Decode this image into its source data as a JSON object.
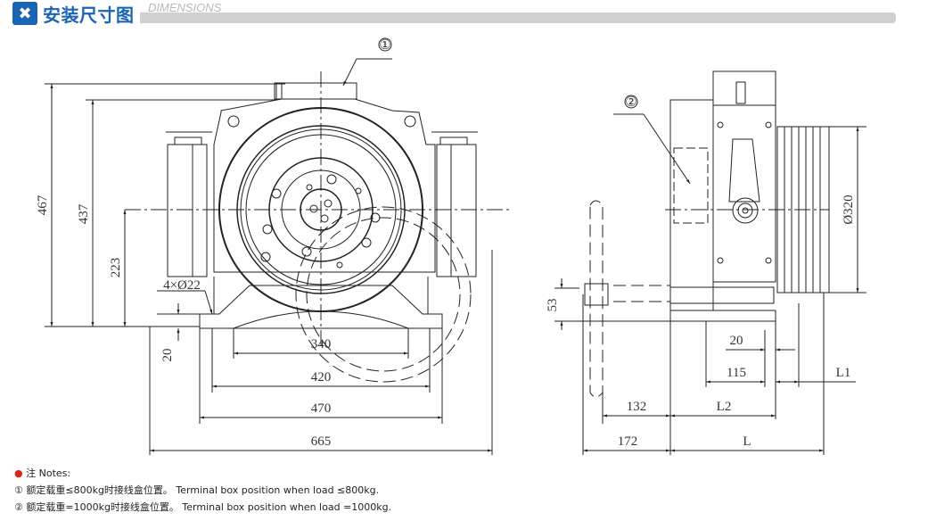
{
  "header": {
    "icon": "wrench-screwdriver-icon",
    "title": "安装尺寸图",
    "subtitle": "DIMENSIONS",
    "accent_color": "#1a64b4",
    "bar_color": "#d0d0d0"
  },
  "front_view": {
    "callout": "①",
    "dimensions": {
      "overall_height": "467",
      "height_437": "437",
      "center_height": "223",
      "base_thickness": "20",
      "mount_holes": "4×Ø22",
      "width_340": "340",
      "width_420": "420",
      "width_470": "470",
      "overall_width": "665"
    }
  },
  "side_view": {
    "callout": "②",
    "dimensions": {
      "sheave_diameter": "Ø320",
      "shaft_height": "53",
      "dim_20": "20",
      "dim_115": "115",
      "l1": "L1",
      "dim_132": "132",
      "l2": "L2",
      "dim_172": "172",
      "l": "L"
    }
  },
  "notes": {
    "title": "注 Notes:",
    "items": [
      "① 额定载重≤800kg时接线盒位置。 Terminal box position when load ≤800kg.",
      "② 额定载重=1000kg时接线盒位置。 Terminal box position when load =1000kg."
    ]
  }
}
